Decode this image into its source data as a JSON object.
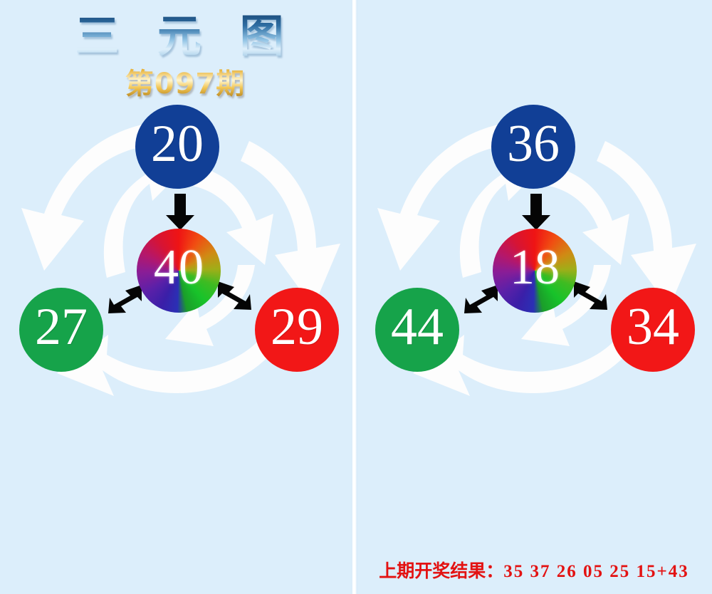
{
  "header": {
    "title": "三 元 图",
    "issue": "第097期"
  },
  "panels": [
    {
      "name": "left-diagram",
      "top_ball": {
        "value": "20",
        "color": "#113f96",
        "color_name": "blue"
      },
      "center_ball": {
        "value": "40",
        "color_name": "rainbow"
      },
      "left_ball": {
        "value": "27",
        "color": "#16a34a",
        "color_name": "green"
      },
      "right_ball": {
        "value": "29",
        "color": "#f21717",
        "color_name": "red"
      }
    },
    {
      "name": "right-diagram",
      "top_ball": {
        "value": "36",
        "color": "#113f96",
        "color_name": "blue"
      },
      "center_ball": {
        "value": "18",
        "color_name": "rainbow"
      },
      "left_ball": {
        "value": "44",
        "color": "#16a34a",
        "color_name": "green"
      },
      "right_ball": {
        "value": "34",
        "color": "#f21717",
        "color_name": "red"
      }
    }
  ],
  "footer": {
    "result_label": "上期开奖结果：",
    "result_numbers": "35 37 26 05 25 15+43",
    "result_color": "#e31212"
  },
  "background_color": "#dceefb"
}
